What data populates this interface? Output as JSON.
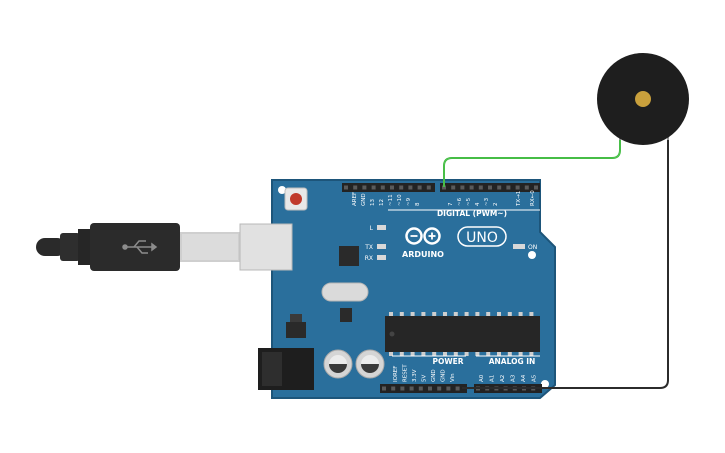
{
  "board": {
    "brand": "ARDUINO",
    "model": "UNO",
    "digital_header": "DIGITAL (PWM~)",
    "power_header": "POWER",
    "analog_header": "ANALOG IN",
    "led_labels": {
      "L": "L",
      "TX": "TX",
      "RX": "RX",
      "ON": "ON"
    },
    "digital_pins": [
      "AREF",
      "GND",
      "13",
      "12",
      "~11",
      "~10",
      "~9",
      "8",
      "7",
      "~6",
      "~5",
      "4",
      "~3",
      "2",
      "TX→1",
      "RX←0"
    ],
    "power_pins": [
      "IOREF",
      "RESET",
      "3.3V",
      "5V",
      "GND",
      "GND",
      "Vin"
    ],
    "analog_pins": [
      "A0",
      "A1",
      "A2",
      "A3",
      "A4",
      "A5"
    ]
  },
  "components": {
    "usb_cable": "usb-b-cable",
    "buzzer": "piezo-buzzer",
    "power_jack": "dc-barrel-jack"
  },
  "colors": {
    "board": "#2a6f9c",
    "board_edge": "#1d557a",
    "wire_signal": "#3cb83c",
    "wire_ground": "#2b2b2b",
    "buzzer_body": "#1e1e1e",
    "buzzer_center": "#c9a03c",
    "reset_button": "#c0392b"
  }
}
